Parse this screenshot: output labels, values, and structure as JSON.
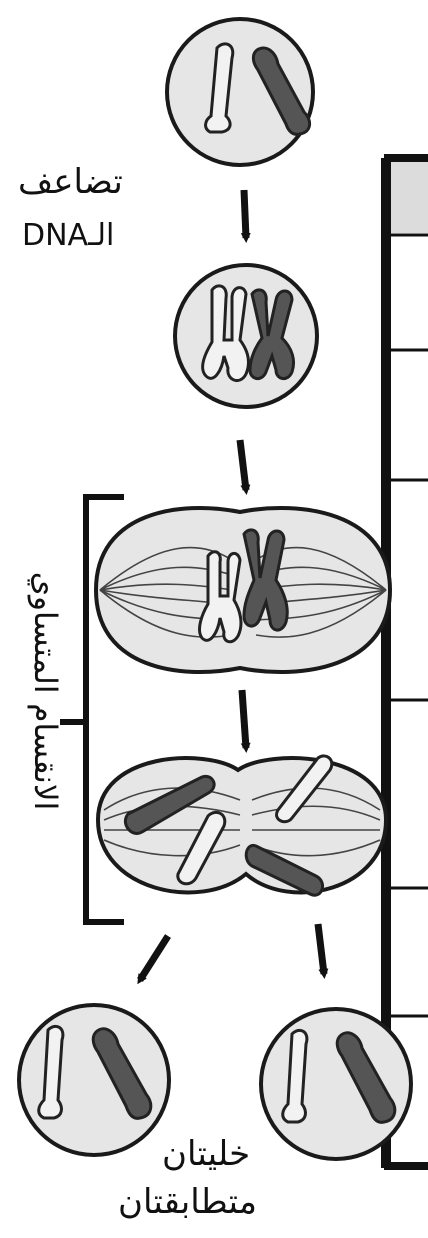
{
  "labels": {
    "dna_replication_line1": "تضاعف",
    "dna_replication_line2": "الـDNA",
    "mitosis": "الانقسام المتساوي",
    "daughter_cells_line1": "خليتان",
    "daughter_cells_line2": "متطابقتان"
  },
  "colors": {
    "cell_fill": "#e6e6e6",
    "cell_stroke": "#1a1a1a",
    "dark_chromosome": "#555555",
    "light_chromosome": "#f2f2f2",
    "table_header_fill": "#dcdcdc"
  }
}
